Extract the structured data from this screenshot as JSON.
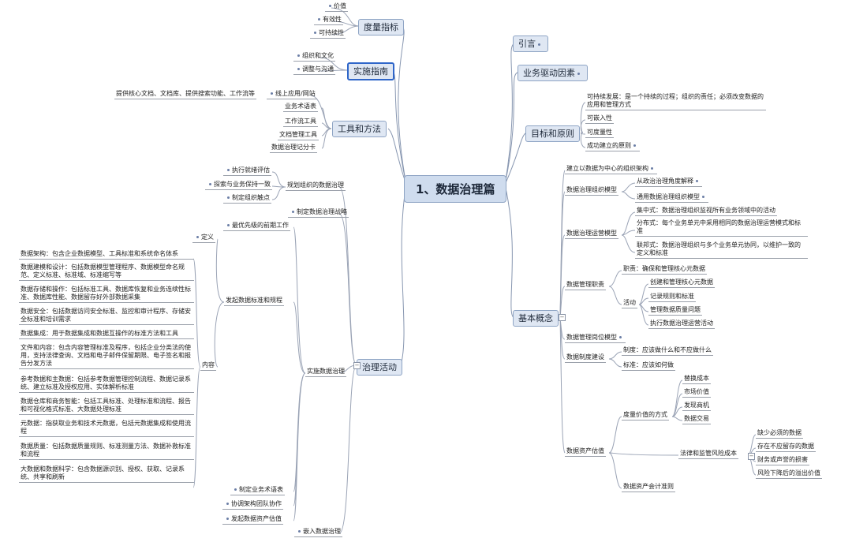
{
  "central": "1、数据治理篇",
  "left": {
    "metrics": {
      "title": "度量指标",
      "items": [
        "价值",
        "有效性",
        "可持续性"
      ]
    },
    "guide": {
      "title": "实施指南",
      "items": [
        "组织和文化",
        "调整与沟通"
      ]
    },
    "tools": {
      "title": "工具和方法",
      "online_label": "线上应用/网站",
      "online_desc": "提供核心文档、文档库、提供搜索功能、工作流等",
      "items": [
        "业务术语表",
        "工作流工具",
        "文档管理工具",
        "数据治理记分卡"
      ]
    },
    "activities": {
      "title": "治理活动",
      "plan": {
        "label": "规划组织的数据治理",
        "items": [
          "执行就绪评估",
          "探索与业务保持一致",
          "制定组织触点"
        ]
      },
      "strategy": "制定数据治理战略",
      "implement": {
        "label": "实施数据治理",
        "priority": "最优先级的前期工作",
        "standards": {
          "label": "发起数据标准和规程",
          "definition": "定义",
          "content_label": "内容",
          "content": [
            "数据架构：包含企业数据模型、工具标准和系统命名体系",
            "数据建模和设计：包括数据模型管理程序、数据模型命名规范、定义标准、标准域、标准缩写等",
            "数据存储和操作：包括标准工具、数据库恢复和业务连续性标准、数据库性能、数据留存好外部数据采集",
            "数据安全：包括数据访问安全标准、监控和审计程序、存储安全标准和培训需求",
            "数据集成：用于数据集成和数据互操作的标准方法和工具",
            "文件和内容：包含内容管理标准及程序，包括企业分类法的使用，支持法律查询、文档和电子邮件保留期限、电子签名和报告分发方法",
            "参考数据和主数据：包括参考数据管理控制流程、数据记录系统、建立标准及授权应用、实体解析标准",
            "数据仓库和商务智能：包括工具标准、处理标准和流程、报告和可视化格式标准、大数据处理标准",
            "元数据：指获取业务和技术元数据，包括元数据集成和使用流程",
            "数据质量：包括数据质量规则、标准测量方法、数据补救标准和流程",
            "大数据和数据科学：包含数据源识别、授权、获取、记录系统、共享和刷新"
          ]
        },
        "extra": [
          "制定业务术语表",
          "协调架构团队协作",
          "发起数据资产估值"
        ]
      },
      "embed": "嵌入数据治理"
    }
  },
  "right": {
    "intro": {
      "title": "引言"
    },
    "drivers": {
      "title": "业务驱动因素"
    },
    "goals": {
      "title": "目标和原则",
      "items": [
        "可持续发展：是一个持续的过程；组织的责任；必须改变数据的应用和管理方式",
        "可嵌入性",
        "可度量性",
        "成功建立的原则"
      ]
    },
    "basics": {
      "title": "基本概念",
      "org_arch": "建立以数据为中心的组织架构",
      "org_model": {
        "label": "数据治理组织模型",
        "items": [
          "从政治治理角度解释",
          "通用数据治理组织模型"
        ]
      },
      "ops_model": {
        "label": "数据治理运营模型",
        "items": [
          "集中式：数据治理组织监视所有业务领域中的活动",
          "分布式：每个业务单元中采用相同的数据治理运营模式和标准",
          "联邦式：数据治理组织与多个业务单元协同，以维护一致的定义和标准"
        ]
      },
      "duties": {
        "label": "数据管理职责",
        "duty": "职责：确保和管理核心元数据",
        "activity_label": "活动",
        "activities": [
          "创建和管理核心元数据",
          "记录规则和标准",
          "管理数据质量问题",
          "执行数据治理运营活动"
        ]
      },
      "positions": "数据管理岗位模型",
      "policy": {
        "label": "数据制度建设",
        "items": [
          "制度：应该做什么和不应做什么",
          "标准：应该如何做"
        ]
      },
      "valuation": {
        "label": "数据资产估值",
        "measure": {
          "label": "度量价值的方式",
          "items": [
            "替换成本",
            "市场价值",
            "发现商机",
            "数据交易"
          ]
        },
        "risk": {
          "label": "法律和监管风险成本",
          "items": [
            "缺少必须的数据",
            "存在不应留存的数据",
            "财务或声誉的损害",
            "风险下降后的溢出价值"
          ]
        },
        "accounting": "数据资产会计准则"
      }
    }
  }
}
